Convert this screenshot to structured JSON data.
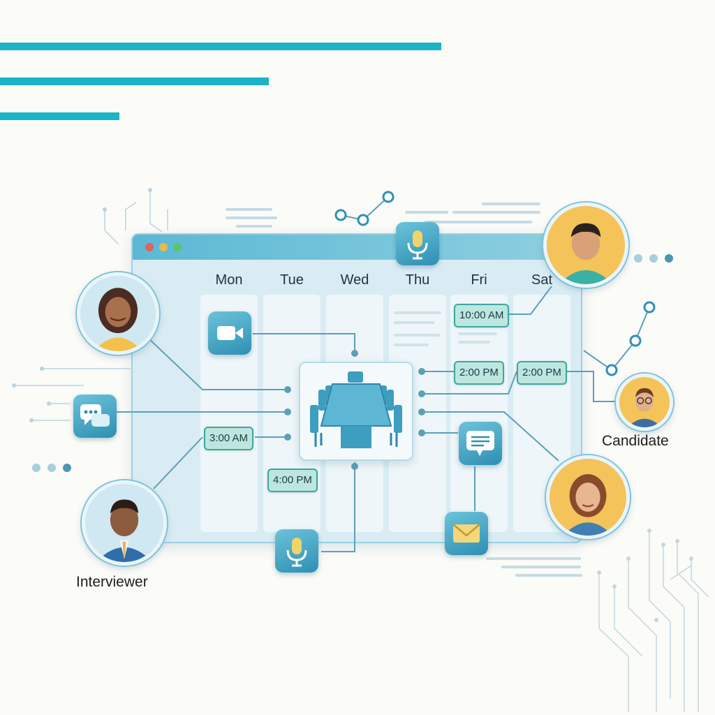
{
  "calendar": {
    "days": [
      "Mon",
      "Tue",
      "Wed",
      "Thu",
      "Fri",
      "Sat"
    ]
  },
  "slots": {
    "fri_1000": "10:00 AM",
    "fri_1400": "2:00 PM",
    "sat_1400": "2:00 PM",
    "mon_0300": "3:00 AM",
    "tue_1600": "4:00 PM"
  },
  "labels": {
    "candidate": "Candidate",
    "interviewer": "Interviewer"
  },
  "colors": {
    "accent": "#1bb3c6",
    "window_bar": "#5bb8d4",
    "tile": "#2e8fb3",
    "time_chip": "#bde6df",
    "avatar_bg": "#f4c35a"
  },
  "icons": [
    "video-camera-icon",
    "chat-bubbles-icon",
    "microphone-icon",
    "meeting-table-icon",
    "message-icon",
    "envelope-icon"
  ]
}
